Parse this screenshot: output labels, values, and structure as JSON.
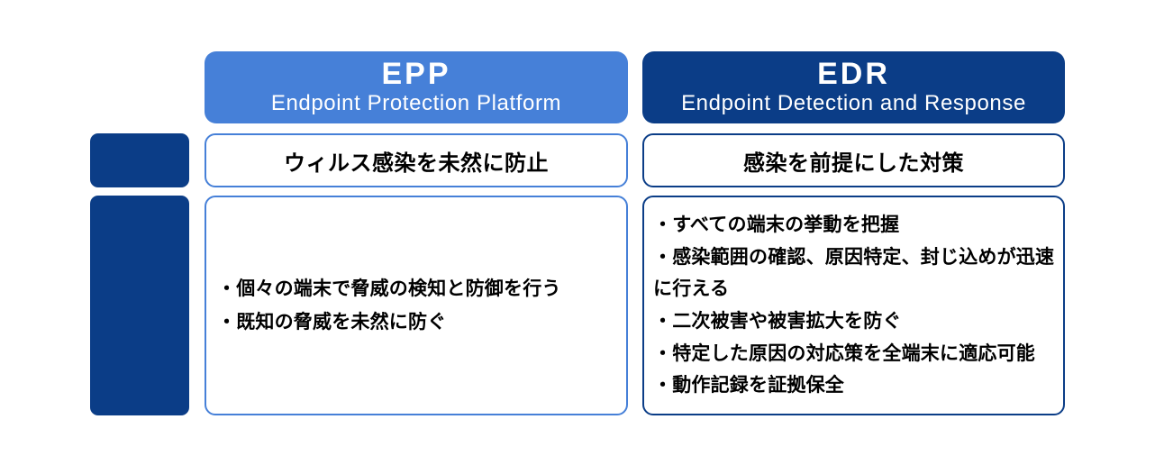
{
  "palette": {
    "epp_blue": "#4680D8",
    "edr_navy": "#0B3D87",
    "text_black": "#000000",
    "box_fill": "#FFFFFF",
    "page_background": "#FFFFFF"
  },
  "columns": {
    "epp": {
      "acronym": "EPP",
      "expansion": "Endpoint Protection Platform",
      "summary": "ウィルス感染を未然に防止",
      "details": [
        "・個々の端末で脅威の検知と防御を行う",
        "・既知の脅威を未然に防ぐ"
      ]
    },
    "edr": {
      "acronym": "EDR",
      "expansion": "Endpoint Detection and Response",
      "summary": "感染を前提にした対策",
      "details": [
        "・すべての端末の挙動を把握",
        "・感染範囲の確認、原因特定、封じ込めが迅速に行える",
        "・二次被害や被害拡大を防ぐ",
        "・特定した原因の対応策を全端末に適応可能",
        "・動作記録を証拠保全"
      ]
    }
  },
  "row_markers": [
    {
      "label": ""
    },
    {
      "label": ""
    }
  ]
}
